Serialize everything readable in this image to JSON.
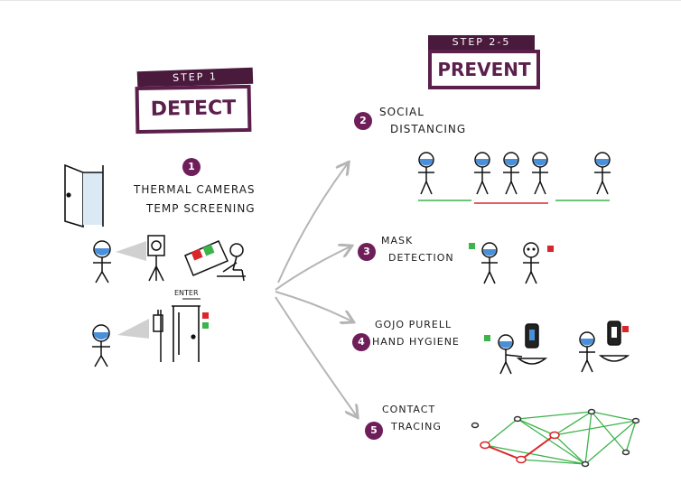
{
  "detect": {
    "step_label": "STEP 1",
    "title": "DETECT"
  },
  "prevent": {
    "step_label": "STEP 2-5",
    "title": "PREVENT"
  },
  "items": [
    {
      "number": "1",
      "line1": "THERMAL CAMERAS",
      "line2": "TEMP SCREENING"
    },
    {
      "number": "2",
      "line1": "SOCIAL",
      "line2": "DISTANCING"
    },
    {
      "number": "3",
      "line1": "MASK",
      "line2": "DETECTION"
    },
    {
      "number": "4",
      "line1": "GOJO PURELL",
      "line2": "HAND HYGIENE"
    },
    {
      "number": "5",
      "line1": "CONTACT",
      "line2": "TRACING"
    }
  ],
  "door_sign": "ENTER",
  "colors": {
    "accent": "#5a1f4a",
    "badge": "#6e1f5a",
    "mask": "#4a90d9",
    "ok": "#3cb44b",
    "alert": "#d9262b",
    "arrow": "#b5b5b5"
  }
}
